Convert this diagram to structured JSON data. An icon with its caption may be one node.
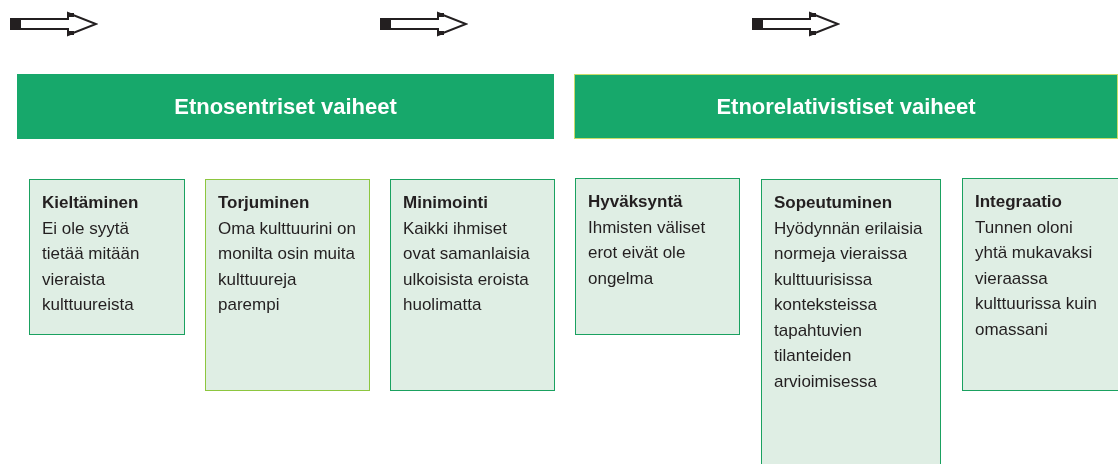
{
  "diagram": {
    "nodes": [
      {
        "text": [
          "Etnosentriset vaiheet"
        ]
      },
      {
        "text": [
          "Etnorelativistiset vaiheet"
        ]
      },
      {
        "text": [
          "Kieltäminen",
          "Ei ole syytä tietää mitään vieraista kulttuureista"
        ]
      },
      {
        "text": [
          "Torjuminen",
          "Oma kulttuurini on monilta osin muita kulttuureja parempi"
        ]
      },
      {
        "text": [
          "Minimointi",
          "Kaikki ihmiset ovat samanlaisia ulkoisista eroista huolimatta"
        ]
      },
      {
        "text": [
          "Hyväksyntä",
          "Ihmisten väliset erot eivät ole ongelma"
        ]
      },
      {
        "text": [
          "Sopeutuminen",
          "Hyödynnän erilaisia normeja vieraissa kulttuurisissa konteksteissa tapahtuvien tilanteiden arvioimisessa"
        ]
      },
      {
        "text": [
          "Integraatio",
          "Tunnen oloni yhtä mukavaksi vieraassa kulttuurissa kuin omassani"
        ]
      }
    ]
  }
}
